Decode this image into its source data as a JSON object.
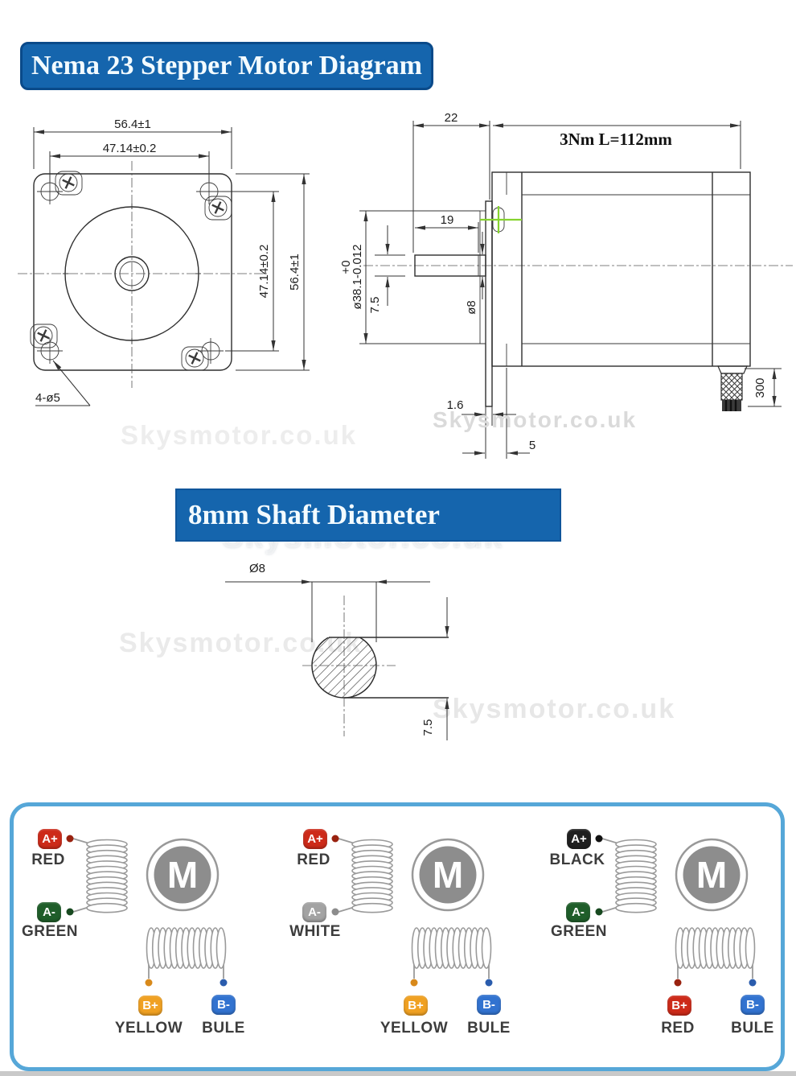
{
  "banners": {
    "main_title": "Nema 23 Stepper Motor Diagram",
    "shaft_title": "8mm Shaft Diameter"
  },
  "watermark_text": "Skysmotor.co.uk",
  "front_view": {
    "outer_width": "56.4±1",
    "hole_spacing_h": "47.14±0.2",
    "hole_spacing_v": "47.14±0.2",
    "outer_height": "56.4±1",
    "mounting_holes": "4-ø5"
  },
  "side_view": {
    "shaft_length": "22",
    "torque_length": "3Nm L=112mm",
    "flat_length": "19",
    "pilot_tolerance_upper": "+0",
    "pilot_diameter": "ø38.1-0.012",
    "flat_depth": "7.5",
    "shaft_diameter": "ø8",
    "boss_height": "1.6",
    "flange_step": "5",
    "cable_length": "300"
  },
  "shaft_section": {
    "diameter": "Ø8",
    "flat_height": "7.5"
  },
  "wiring": {
    "motor_symbol": "M",
    "panels": [
      {
        "a_plus_label": "A+",
        "a_plus_wire": "RED",
        "a_plus_color": "#cd2a19",
        "a_plus_dot": "#99220f",
        "a_minus_label": "A-",
        "a_minus_wire": "GREEN",
        "a_minus_color": "#1f5e2a",
        "a_minus_dot": "#17491f",
        "b_plus_label": "B+",
        "b_plus_wire": "YELLOW",
        "b_plus_color": "#f0a122",
        "b_plus_dot": "#d8891b",
        "b_minus_label": "B-",
        "b_minus_wire": "BULE",
        "b_minus_color": "#3273d0",
        "b_minus_dot": "#2a5cad"
      },
      {
        "a_plus_label": "A+",
        "a_plus_wire": "RED",
        "a_plus_color": "#cd2a19",
        "a_plus_dot": "#99220f",
        "a_minus_label": "A-",
        "a_minus_wire": "WHITE",
        "a_minus_color": "#a3a3a3",
        "a_minus_dot": "#8c8c8c",
        "b_plus_label": "B+",
        "b_plus_wire": "YELLOW",
        "b_plus_color": "#f0a122",
        "b_plus_dot": "#d8891b",
        "b_minus_label": "B-",
        "b_minus_wire": "BULE",
        "b_minus_color": "#3273d0",
        "b_minus_dot": "#2a5cad"
      },
      {
        "a_plus_label": "A+",
        "a_plus_wire": "BLACK",
        "a_plus_color": "#1f1f1f",
        "a_plus_dot": "#111111",
        "a_minus_label": "A-",
        "a_minus_wire": "GREEN",
        "a_minus_color": "#1f5e2a",
        "a_minus_dot": "#17491f",
        "b_plus_label": "B+",
        "b_plus_wire": "RED",
        "b_plus_color": "#cd2a19",
        "b_plus_dot": "#99220f",
        "b_minus_label": "B-",
        "b_minus_wire": "BULE",
        "b_minus_color": "#3273d0",
        "b_minus_dot": "#2a5cad"
      }
    ]
  }
}
